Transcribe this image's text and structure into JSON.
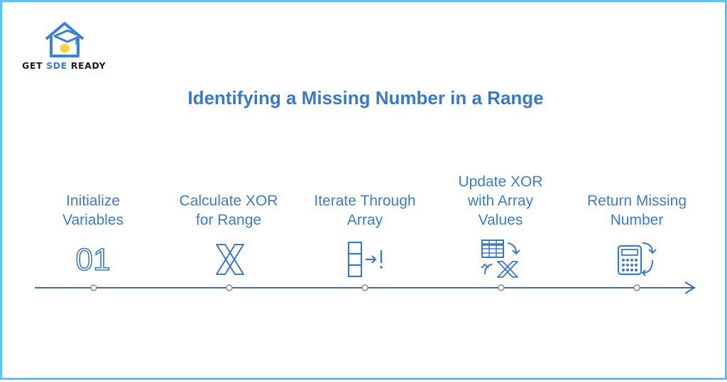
{
  "logo": {
    "text_main": "GET ",
    "text_accent": "SDE",
    "text_end": " READY"
  },
  "title": "Identifying a Missing Number in a Range",
  "steps": [
    {
      "label_lines": [
        "Initialize",
        "Variables"
      ],
      "icon": "digits-01-icon"
    },
    {
      "label_lines": [
        "Calculate XOR",
        "for Range"
      ],
      "icon": "x-letter-icon"
    },
    {
      "label_lines": [
        "Iterate Through",
        "Array"
      ],
      "icon": "array-iterate-icon"
    },
    {
      "label_lines": [
        "Update XOR",
        "with Array",
        "Values"
      ],
      "icon": "table-update-xor-icon"
    },
    {
      "label_lines": [
        "Return Missing",
        "Number"
      ],
      "icon": "calculator-return-icon"
    }
  ],
  "icon_text": {
    "digits": "01"
  },
  "colors": {
    "accent": "#3b78c6",
    "line": "#3d6ea8",
    "border": "#5ec4ef",
    "logo_yellow": "#f7d33b"
  }
}
